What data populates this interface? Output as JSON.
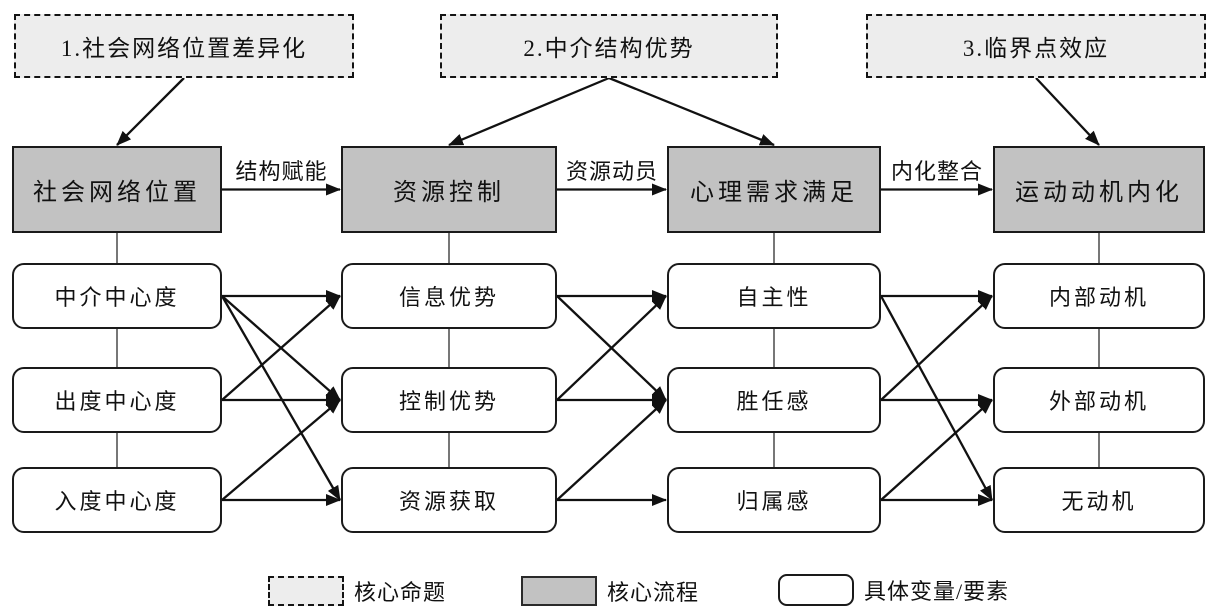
{
  "propositions": [
    {
      "id": "p1",
      "label": "1.社会网络位置差异化"
    },
    {
      "id": "p2",
      "label": "2.中介结构优势"
    },
    {
      "id": "p3",
      "label": "3.临界点效应"
    }
  ],
  "proposition_links": [
    {
      "from": "p1",
      "to": "f1"
    },
    {
      "from": "p2",
      "to": "f2"
    },
    {
      "from": "p2",
      "to": "f3"
    },
    {
      "from": "p3",
      "to": "f4"
    }
  ],
  "flow": {
    "nodes": [
      {
        "id": "f1",
        "label": "社会网络位置"
      },
      {
        "id": "f2",
        "label": "资源控制"
      },
      {
        "id": "f3",
        "label": "心理需求满足"
      },
      {
        "id": "f4",
        "label": "运动动机内化"
      }
    ],
    "edges": [
      {
        "from": "f1",
        "to": "f2",
        "label": "结构赋能"
      },
      {
        "from": "f2",
        "to": "f3",
        "label": "资源动员"
      },
      {
        "from": "f3",
        "to": "f4",
        "label": "内化整合"
      }
    ]
  },
  "variables": {
    "col1": [
      "中介中心度",
      "出度中心度",
      "入度中心度"
    ],
    "col2": [
      "信息优势",
      "控制优势",
      "资源获取"
    ],
    "col3": [
      "自主性",
      "胜任感",
      "归属感"
    ],
    "col4": [
      "内部动机",
      "外部动机",
      "无动机"
    ]
  },
  "variable_links": [
    {
      "from": "c1r1",
      "to": "c2r1"
    },
    {
      "from": "c1r1",
      "to": "c2r2"
    },
    {
      "from": "c1r1",
      "to": "c2r3"
    },
    {
      "from": "c1r2",
      "to": "c2r1"
    },
    {
      "from": "c1r2",
      "to": "c2r2"
    },
    {
      "from": "c1r3",
      "to": "c2r2"
    },
    {
      "from": "c1r3",
      "to": "c2r3"
    },
    {
      "from": "c2r1",
      "to": "c3r1"
    },
    {
      "from": "c2r1",
      "to": "c3r2"
    },
    {
      "from": "c2r2",
      "to": "c3r1"
    },
    {
      "from": "c2r2",
      "to": "c3r2"
    },
    {
      "from": "c2r3",
      "to": "c3r2"
    },
    {
      "from": "c2r3",
      "to": "c3r3"
    },
    {
      "from": "c3r1",
      "to": "c4r1"
    },
    {
      "from": "c3r1",
      "to": "c4r3"
    },
    {
      "from": "c3r2",
      "to": "c4r1"
    },
    {
      "from": "c3r2",
      "to": "c4r2"
    },
    {
      "from": "c3r3",
      "to": "c4r2"
    },
    {
      "from": "c3r3",
      "to": "c4r3"
    }
  ],
  "legend": [
    {
      "style": "proposition",
      "label": "核心命题"
    },
    {
      "style": "process",
      "label": "核心流程"
    },
    {
      "style": "variable",
      "label": "具体变量/要素"
    }
  ],
  "colors": {
    "proposition_fill": "#ededed",
    "process_fill": "#c2c2c2",
    "variable_fill": "#ffffff",
    "arrow": "#111111",
    "connector": "#555555",
    "border": "#1a1a1a"
  }
}
